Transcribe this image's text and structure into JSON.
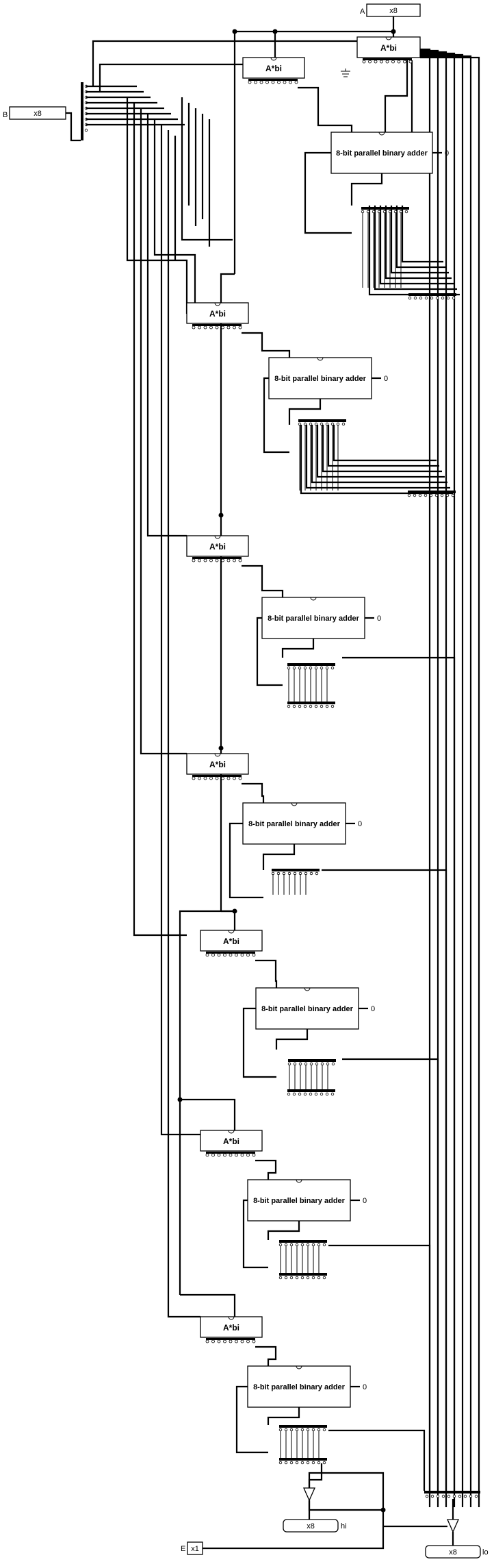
{
  "inputs": {
    "a": {
      "name": "A",
      "width": "x8"
    },
    "b": {
      "name": "B",
      "width": "x8"
    },
    "e": {
      "name": "E",
      "width": "x1"
    }
  },
  "outputs": {
    "hi": {
      "name": "hi",
      "width": "x8"
    },
    "lo": {
      "name": "lo",
      "width": "x8"
    }
  },
  "and_label": "A*bi",
  "adder_label": "8-bit parallel binary adder",
  "carry_in": "0"
}
